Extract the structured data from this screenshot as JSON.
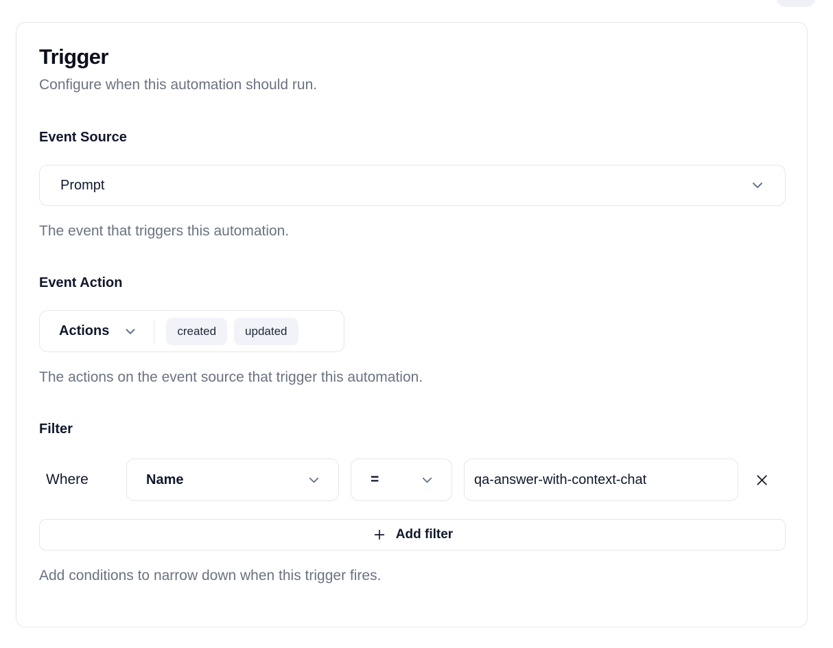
{
  "header": {
    "title": "Trigger",
    "subtitle": "Configure when this automation should run."
  },
  "event_source": {
    "label": "Event Source",
    "selected": "Prompt",
    "help": "The event that triggers this automation."
  },
  "event_action": {
    "label": "Event Action",
    "dropdown_label": "Actions",
    "badges": [
      {
        "label": "created"
      },
      {
        "label": "updated"
      }
    ],
    "help": "The actions on the event source that trigger this automation."
  },
  "filter": {
    "label": "Filter",
    "where_label": "Where",
    "field_selected": "Name",
    "operator_selected": "=",
    "value": "qa-answer-with-context-chat",
    "add_button_label": "Add filter",
    "help": "Add conditions to narrow down when this trigger fires."
  },
  "icons": {
    "chevron_down": "chevron-down",
    "plus": "plus",
    "remove": "x"
  },
  "colors": {
    "text_primary": "#0f172a",
    "text_muted": "#6b7280",
    "border": "#e4e6ec",
    "badge_bg": "#f1f3f9",
    "chevron": "#64748b",
    "card_bg": "#ffffff"
  }
}
